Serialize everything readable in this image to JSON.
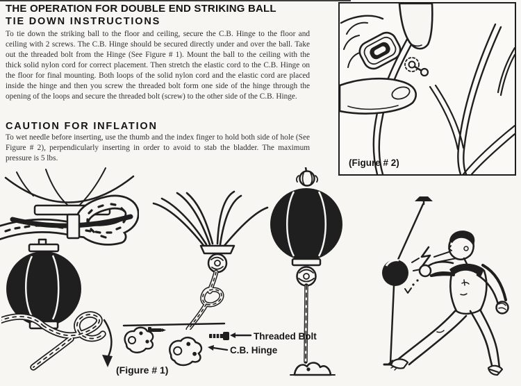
{
  "page": {
    "paper_color": "#f7f6f3",
    "ink_color": "#1f1f1f"
  },
  "header": {
    "title": "THE OPERATION FOR DOUBLE END STRIKING BALL"
  },
  "sections": {
    "tie_down": {
      "heading": "TIE DOWN INSTRUCTIONS",
      "body": "To tie down the striking ball to the floor and ceiling, secure the C.B. Hinge to the floor and ceiling with 2 screws.  The C.B. Hinge should be secured directly under and over the ball.  Take out the threaded bolt from the Hinge (See Figure # 1). Mount the ball to the ceiling with the thick solid nylon cord for correct placement.  Then stretch the elastic cord to the C.B. Hinge on the floor for final mounting.  Both loops of the solid nylon cord and the elastic cord are placed inside the hinge and then you screw the threaded bolt form one side of the hinge through the opening of the loops and secure the threaded bolt (screw) to the other side of the C.B. Hinge."
    },
    "caution": {
      "heading": "CAUTION FOR INFLATION",
      "body": "To wet needle before inserting, use the thumb and the index finger to hold both side of hole (See Figure # 2), perpendicularly inserting in order to avoid to stab the bladder. The maximum pressure is 5 lbs."
    }
  },
  "figure1": {
    "caption": "(Figure # 1)",
    "labels": {
      "threaded_bolt": "Threaded Bolt",
      "cb_hinge": "C.B. Hinge"
    }
  },
  "figure2": {
    "caption": "(Figure # 2)"
  }
}
